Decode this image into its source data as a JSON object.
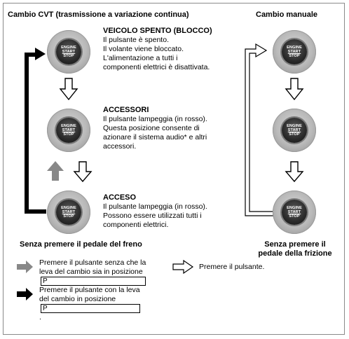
{
  "headings": {
    "cvt": "Cambio CVT (trasmissione a variazione continua)",
    "manual": "Cambio manuale"
  },
  "button_label": {
    "line1": "ENGINE",
    "line2": "START",
    "line3": "STOP"
  },
  "states": [
    {
      "title": "VEICOLO SPENTO (BLOCCO)",
      "lines": [
        "Il pulsante è spento.",
        "Il volante viene bloccato.",
        "L'alimentazione a tutti i",
        "componenti elettrici è disattivata."
      ]
    },
    {
      "title": "ACCESSORI",
      "lines": [
        "Il pulsante lampeggia (in rosso).",
        "Questa posizione consente di",
        "azionare il sistema audio* e altri",
        "accessori."
      ]
    },
    {
      "title": "ACCESO",
      "lines": [
        "Il pulsante lampeggia (in rosso).",
        "Possono essere utilizzati tutti i",
        "componenti elettrici."
      ]
    }
  ],
  "notes": {
    "cvt_condition": "Senza premere il pedale del freno",
    "manual_condition_line1": "Senza premere il",
    "manual_condition_line2": "pedale della frizione"
  },
  "legend": {
    "gray_line1": "Premere il pulsante senza che la",
    "gray_line2": "leva del cambio sia in posizione",
    "gray_p": "P",
    "gray_end": ".",
    "white_text": "Premere il pulsante.",
    "black_line1": "Premere il pulsante con la leva",
    "black_line2": "del cambio in posizione",
    "black_p": "P",
    "black_end": "."
  }
}
